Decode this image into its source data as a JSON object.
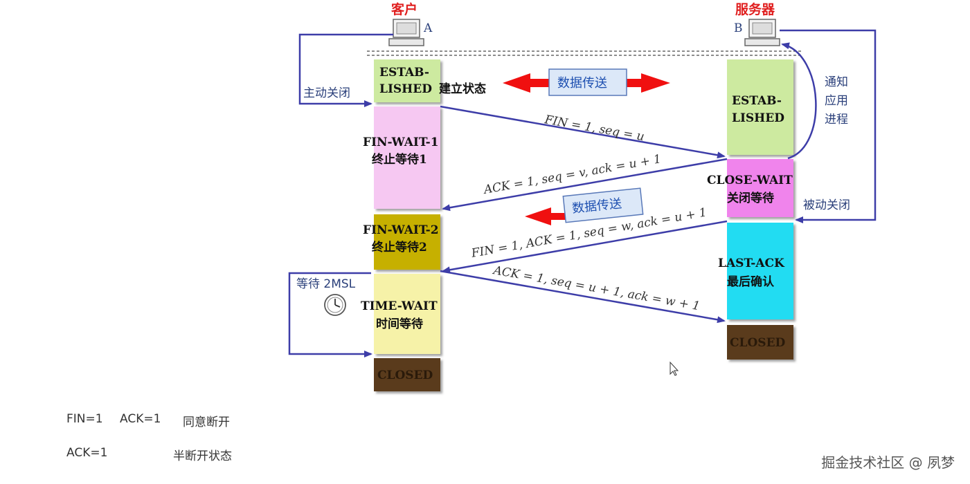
{
  "colors": {
    "established": "#cdeaa0",
    "fin_wait_1": "#f6c8f2",
    "fin_wait_2": "#c6b000",
    "time_wait": "#f6f2a8",
    "close_wait": "#f084ec",
    "last_ack": "#22dcf2",
    "closed": "#5a3a1c",
    "arrow": "#3d3da8",
    "data_arrow": "#f01010",
    "role": "#e02020"
  },
  "client": {
    "role_label": "客户",
    "host_letter": "A",
    "states": {
      "established_1": "ESTAB-",
      "established_2": "LISHED",
      "established_suffix": "建立状态",
      "fin_wait_1_1": "FIN-WAIT-1",
      "fin_wait_1_2": "终止等待1",
      "fin_wait_2_1": "FIN-WAIT-2",
      "fin_wait_2_2": "终止等待2",
      "time_wait_1": "TIME-WAIT",
      "time_wait_2": "时间等待",
      "closed": "CLOSED"
    },
    "active_close": "主动关闭",
    "wait_2msl": "等待 2MSL"
  },
  "server": {
    "role_label": "服务器",
    "host_letter": "B",
    "states": {
      "established_1": "ESTAB-",
      "established_2": "LISHED",
      "close_wait_1": "CLOSE-WAIT",
      "close_wait_2": "关闭等待",
      "last_ack_1": "LAST-ACK",
      "last_ack_2": "最后确认",
      "closed": "CLOSED"
    },
    "notify_app": [
      "通知",
      "应用",
      "进程"
    ],
    "passive_close": "被动关闭"
  },
  "data_transfer": "数据传送",
  "messages": [
    "FIN = 1, seq = u",
    "ACK = 1, seq = v, ack = u + 1",
    "FIN = 1, ACK = 1, seq = w, ack = u + 1",
    "ACK = 1, seq = u + 1, ack = w + 1"
  ],
  "notes": {
    "line1_a": "FIN=1",
    "line1_b": "ACK=1",
    "line1_c": "同意断开",
    "line2_a": "ACK=1",
    "line2_c": "半断开状态"
  },
  "watermark": "掘金技术社区 @ 夙梦"
}
